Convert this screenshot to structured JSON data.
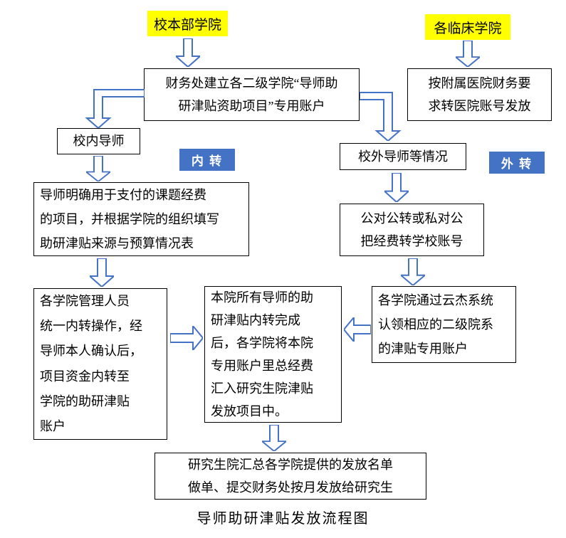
{
  "title": "导师助研津贴发放流程图",
  "nodes": {
    "campus": "校本部学院",
    "clinical": "各临床学院",
    "finance": "财务处建立各二级学院“导师助\n研津贴资助项目”专用账户",
    "hospital": "按附属医院财务要\n求转医院账号发放",
    "internal_tutor": "校内导师",
    "internal_transfer": "内 转",
    "external_tutor": "校外导师等情况",
    "external_transfer": "外 转",
    "tutor_budget": "导师明确用于支付的课题经费\n的项目，并根据学院的组织填写\n助研津贴来源与预算情况表",
    "public_transfer": "公对公转或私对公\n把经费转学校账号",
    "college_admin": "各学院管理人员\n统一内转操作，经\n导师本人确认后，\n项目资金内转至\n学院的助研津贴\n账户",
    "college_pool": "本院所有导师的助\n研津贴内转完成\n后，各学院将本院\n专用账户里总经费\n汇入研究生院津贴\n发放项目中。",
    "yunjie": "各学院通过云杰系统\n认领相应的二级院系\n的津贴专用账户",
    "grad_school": "研究生院汇总各学院提供的发放名单\n做单、提交财务处按月发放给研究生"
  },
  "colors": {
    "highlight": "#FFFF00",
    "arrow_blue": "#4472C4",
    "label_bg": "#4472C4",
    "label_text": "#FFFFFF",
    "box_border": "#000000"
  }
}
